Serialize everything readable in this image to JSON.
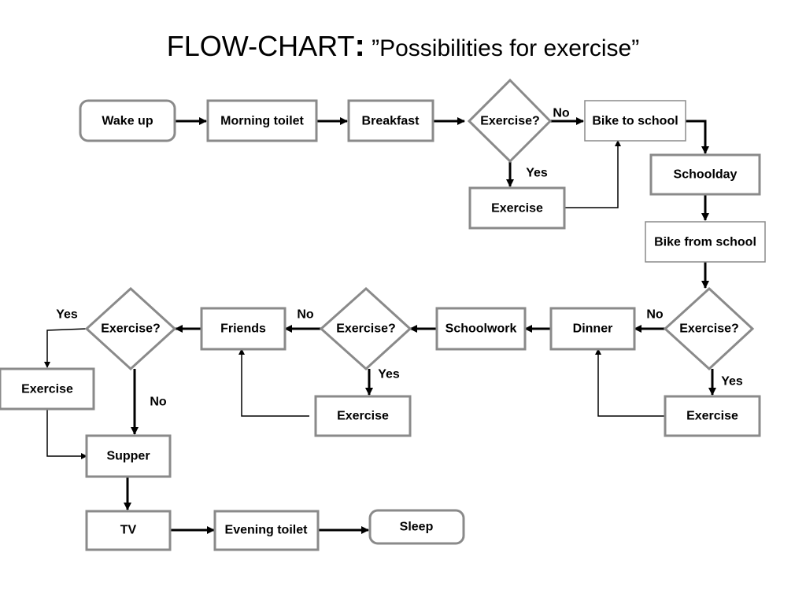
{
  "title": {
    "main": "FLOW-CHART",
    "colon": ":",
    "subtitle": " ”Possibilities for exercise”"
  },
  "nodes": {
    "wake_up": "Wake up",
    "morning_toilet": "Morning toilet",
    "breakfast": "Breakfast",
    "decision_morning": "Exercise?",
    "bike_to_school": "Bike to school",
    "exercise_morning": "Exercise",
    "schoolday": "Schoolday",
    "bike_from_school": "Bike from school",
    "decision_afternoon": "Exercise?",
    "dinner": "Dinner",
    "exercise_afternoon": "Exercise",
    "schoolwork": "Schoolwork",
    "decision_evening": "Exercise?",
    "friends": "Friends",
    "exercise_evening": "Exercise",
    "decision_night": "Exercise?",
    "exercise_night": "Exercise",
    "supper": "Supper",
    "tv": "TV",
    "evening_toilet": "Evening toilet",
    "sleep": "Sleep"
  },
  "edge_labels": {
    "morning_no": "No",
    "morning_yes": "Yes",
    "afternoon_no": "No",
    "afternoon_yes": "Yes",
    "evening_no": "No",
    "evening_yes": "Yes",
    "night_yes": "Yes",
    "night_no": "No"
  }
}
